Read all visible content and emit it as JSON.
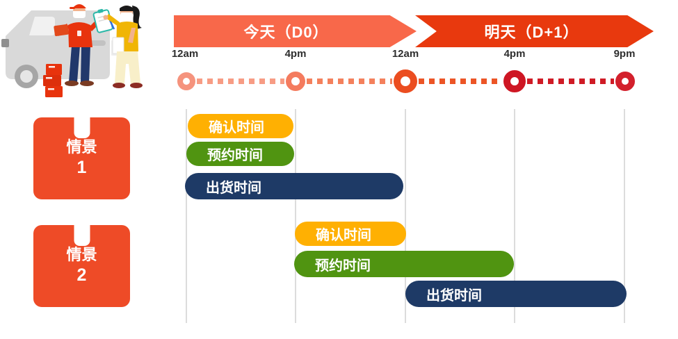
{
  "banners": [
    {
      "label": "今天（D0）",
      "color": "#F8684A"
    },
    {
      "label": "明天（D+1）",
      "color": "#E8390E"
    }
  ],
  "timeline": {
    "ticks": [
      {
        "label": "12am",
        "day": "D0",
        "node_color": "#F5937D"
      },
      {
        "label": "4pm",
        "day": "D0",
        "node_color": "#F47B5E"
      },
      {
        "label": "12am",
        "day": "D+1",
        "node_color": "#EB4D20"
      },
      {
        "label": "4pm",
        "day": "D+1",
        "node_color": "#CE1623"
      },
      {
        "label": "9pm",
        "day": "D+1",
        "node_color": "#D3202C"
      }
    ],
    "connector_colors": [
      "#F79C84",
      "#F4805C",
      "#EC5526",
      "#CF1B25"
    ]
  },
  "scenarios": [
    {
      "title": "情景",
      "number": "1",
      "box_color": "#EE4B27",
      "bars": [
        {
          "label": "确认时间",
          "color": "#FFB002",
          "start": "12am D0",
          "end": "4pm D0"
        },
        {
          "label": "预约时间",
          "color": "#509411",
          "start": "12am D0",
          "end": "4pm D0"
        },
        {
          "label": "出货时间",
          "color": "#1E3A66",
          "start": "12am D0",
          "end": "12am D+1"
        }
      ]
    },
    {
      "title": "情景",
      "number": "2",
      "box_color": "#EE4B27",
      "bars": [
        {
          "label": "确认时间",
          "color": "#FFB002",
          "start": "4pm D0",
          "end": "12am D+1"
        },
        {
          "label": "预约时间",
          "color": "#509411",
          "start": "4pm D0",
          "end": "4pm D+1"
        },
        {
          "label": "出货时间",
          "color": "#1E3A66",
          "start": "12am D+1",
          "end": "9pm D+1"
        }
      ]
    }
  ],
  "illustration": {
    "name": "delivery-courier-handoff-illustration"
  }
}
